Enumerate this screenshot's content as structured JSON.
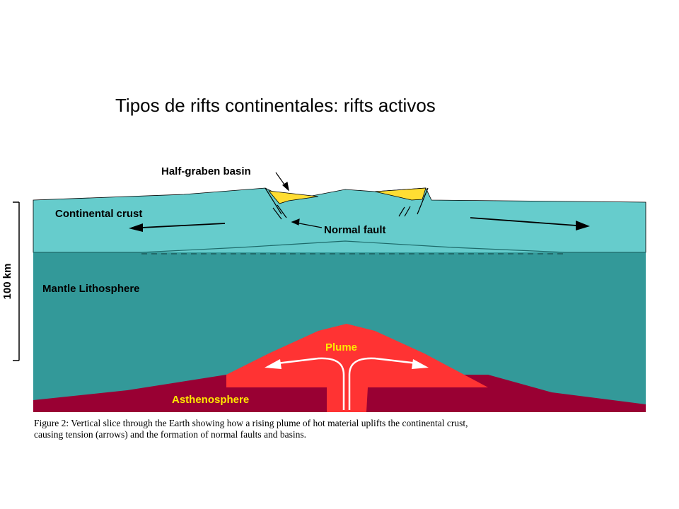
{
  "title": "Tipos de rifts continentales: rifts activos",
  "labels": {
    "half_graben": "Half-graben basin",
    "continental_crust": "Continental crust",
    "normal_fault": "Normal fault",
    "mantle_lithosphere": "Mantle Lithosphere",
    "plume": "Plume",
    "asthenosphere": "Asthenosphere",
    "scale": "100 km"
  },
  "caption": {
    "line1": "Figure 2: Vertical slice through the Earth showing how a rising plume of hot material uplifts the continental crust,",
    "line2": "causing tension (arrows) and the formation of normal faults and basins."
  },
  "colors": {
    "crust": "#66cccc",
    "mantle_lithosphere": "#339999",
    "plume": "#ff3333",
    "asthenosphere": "#990033",
    "basin_fill": "#ffdd33",
    "plume_label": "#ffe800"
  }
}
